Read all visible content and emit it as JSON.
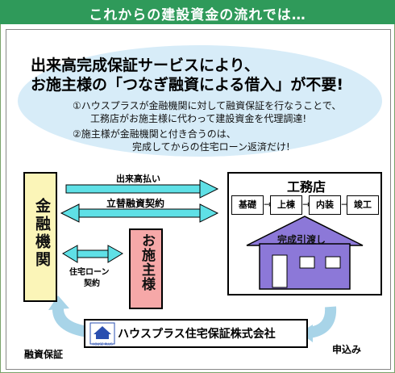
{
  "header": {
    "title": "これからの建設資金の流れでは…"
  },
  "headline": {
    "line1": "出来高完成保証サービスにより、",
    "line2": "お施主様の「つなぎ融資による借入」が不要!"
  },
  "notes": {
    "n1_line1": "①ハウスプラスが金融機関に対して融資保証を行なうことで、",
    "n1_line2": "工務店がお施主様に代わって建設資金を代理調達!",
    "n2_line1": "②施主様が金融機関と付き合うのは、",
    "n2_line2": "完成してからの住宅ローン返済だけ!"
  },
  "nodes": {
    "bank": "金融機関",
    "client": "お施主様",
    "builder": "工務店",
    "guarantor": "ハウスプラス住宅保証株式会社",
    "logo_text": "HOUSE PLUS"
  },
  "flows": {
    "progress_payment": "出来高払い",
    "advance_financing": "立替融資契約",
    "mortgage_line1": "住宅ローン",
    "mortgage_line2": "契約",
    "loan_guarantee": "融資保証",
    "application": "申込み"
  },
  "builder_steps": [
    "基礎",
    "上棟",
    "内装",
    "竣工"
  ],
  "house_label": "完成引渡し",
  "colors": {
    "header": "#2f9a5a",
    "ellipse": "#d7ecf8",
    "bank_box": "#fbf5b8",
    "client_box": "#f6a8a8",
    "arrow_cyan": "#5fe0e6",
    "house_purple": "#8c78d8",
    "curve_arrow": "#a8d4e8"
  }
}
